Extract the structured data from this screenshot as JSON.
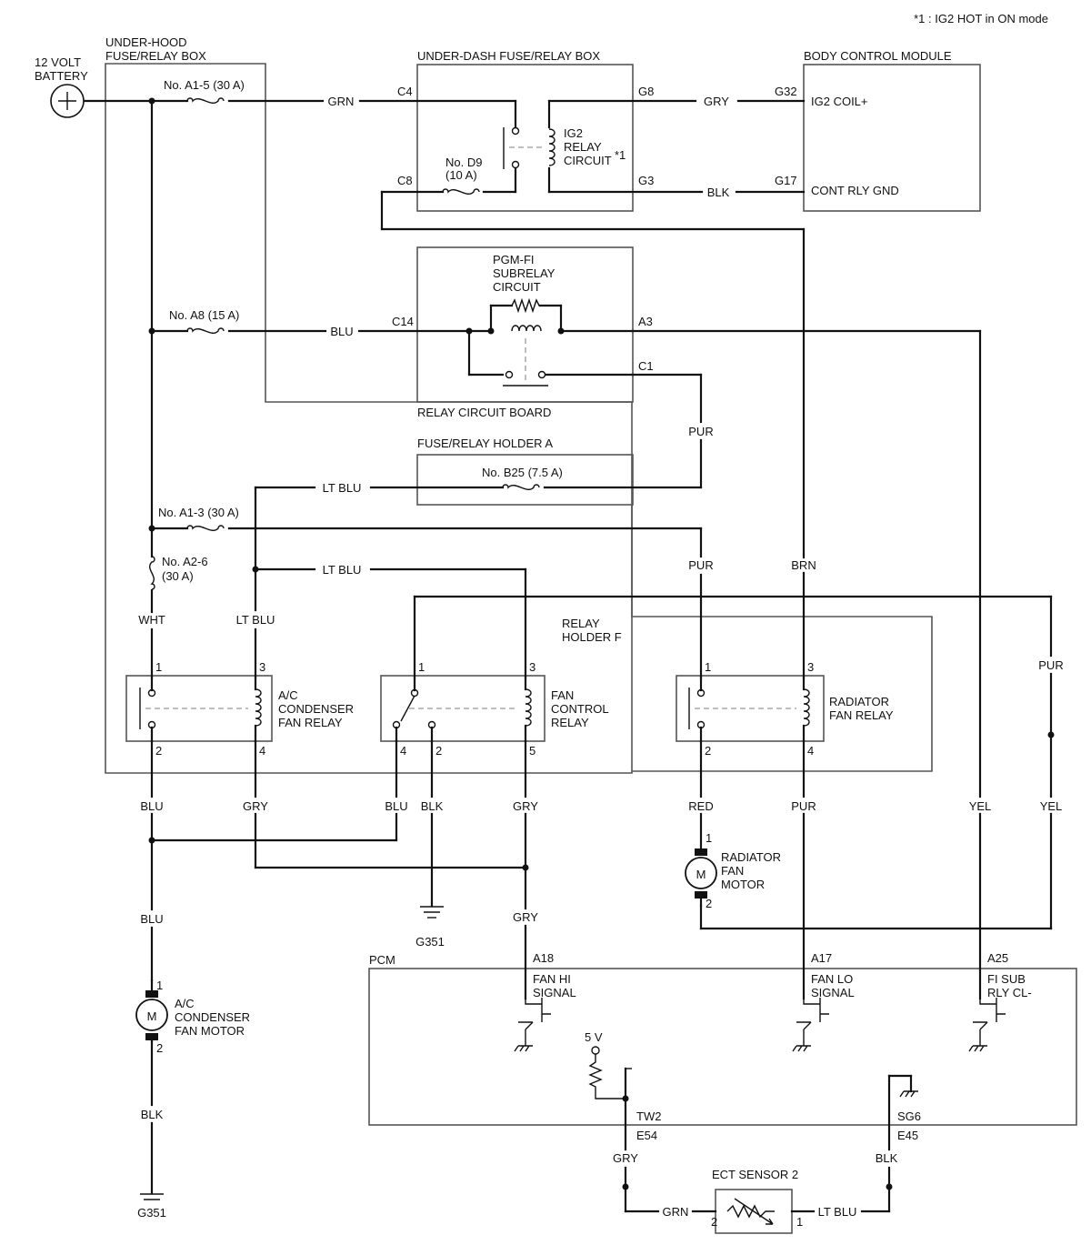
{
  "note": "*1 : IG2 HOT in ON mode",
  "battery": {
    "label_line1": "12 VOLT",
    "label_line2": "BATTERY"
  },
  "boxes": {
    "underhood_line1": "UNDER-HOOD",
    "underhood_line2": "FUSE/RELAY BOX",
    "underdash": "UNDER-DASH FUSE/RELAY BOX",
    "bcm": "BODY CONTROL MODULE",
    "relay_circuit_board": "RELAY CIRCUIT BOARD",
    "fuse_holder_a": "FUSE/RELAY HOLDER A",
    "relay_holder_f_line1": "RELAY",
    "relay_holder_f_line2": "HOLDER F",
    "pcm": "PCM"
  },
  "fuses": {
    "a1_5": "No. A1-5 (30 A)",
    "d9_line1": "No. D9",
    "d9_line2": "(10 A)",
    "a8": "No. A8 (15 A)",
    "b25": "No. B25 (7.5 A)",
    "a1_3": "No. A1-3 (30 A)",
    "a2_6_line1": "No. A2-6",
    "a2_6_line2": "(30 A)"
  },
  "ig2_relay": {
    "line1": "IG2",
    "line2": "RELAY",
    "line3": "CIRCUIT",
    "sup": "*1"
  },
  "pgmfi": {
    "line1": "PGM-FI",
    "line2": "SUBRELAY",
    "line3": "CIRCUIT"
  },
  "bcm_pins": {
    "coil": "IG2 COIL+",
    "gnd": "CONT RLY GND"
  },
  "terminals": {
    "c4": "C4",
    "c8": "C8",
    "g8": "G8",
    "g3": "G3",
    "g32": "G32",
    "g17": "G17",
    "c14": "C14",
    "a3": "A3",
    "c1": "C1",
    "a18": "A18",
    "a17": "A17",
    "a25": "A25",
    "tw2": "TW2",
    "e54": "E54",
    "sg6": "SG6",
    "e45": "E45"
  },
  "wires": {
    "grn_top": "GRN",
    "gry_top": "GRY",
    "blk_top": "BLK",
    "blu_a8": "BLU",
    "pur_c1": "PUR",
    "ltblu_b25": "LT BLU",
    "ltblu_fan": "LT BLU",
    "pur_rad": "PUR",
    "brn": "BRN",
    "pur_right": "PUR",
    "wht": "WHT",
    "ltblu_ac": "LT BLU",
    "blu_ac2": "BLU",
    "gry_ac4": "GRY",
    "blu_fc4": "BLU",
    "blk_fc2": "BLK",
    "gry_fc5": "GRY",
    "red": "RED",
    "pur_rf4": "PUR",
    "yel1": "YEL",
    "yel2": "YEL",
    "blu_low": "BLU",
    "gry_low": "GRY",
    "blk_low": "BLK",
    "gry_e54": "GRY",
    "blk_e45": "BLK",
    "grn_ect": "GRN",
    "ltblu_ect": "LT BLU"
  },
  "relays": {
    "ac": {
      "line1": "A/C",
      "line2": "CONDENSER",
      "line3": "FAN RELAY",
      "p1": "1",
      "p2": "2",
      "p3": "3",
      "p4": "4"
    },
    "fan_control": {
      "line1": "FAN",
      "line2": "CONTROL",
      "line3": "RELAY",
      "p1": "1",
      "p2": "2",
      "p3": "3",
      "p4": "4",
      "p5": "5"
    },
    "radiator": {
      "line1": "RADIATOR",
      "line2": "FAN RELAY",
      "p1": "1",
      "p2": "2",
      "p3": "3",
      "p4": "4"
    }
  },
  "motors": {
    "radiator": {
      "line1": "RADIATOR",
      "line2": "FAN",
      "line3": "MOTOR",
      "p1": "1",
      "p2": "2",
      "symbol": "M"
    },
    "ac": {
      "line1": "A/C",
      "line2": "CONDENSER",
      "line3": "FAN MOTOR",
      "p1": "1",
      "p2": "2",
      "symbol": "M"
    }
  },
  "grounds": {
    "g351_a": "G351",
    "g351_b": "G351"
  },
  "pcm_signals": {
    "fan_hi_1": "FAN HI",
    "fan_hi_2": "SIGNAL",
    "fan_lo_1": "FAN LO",
    "fan_lo_2": "SIGNAL",
    "fi_sub_1": "FI SUB",
    "fi_sub_2": "RLY CL-",
    "five_v": "5 V"
  },
  "ect": {
    "label": "ECT SENSOR 2",
    "p2": "2",
    "p1": "1"
  }
}
